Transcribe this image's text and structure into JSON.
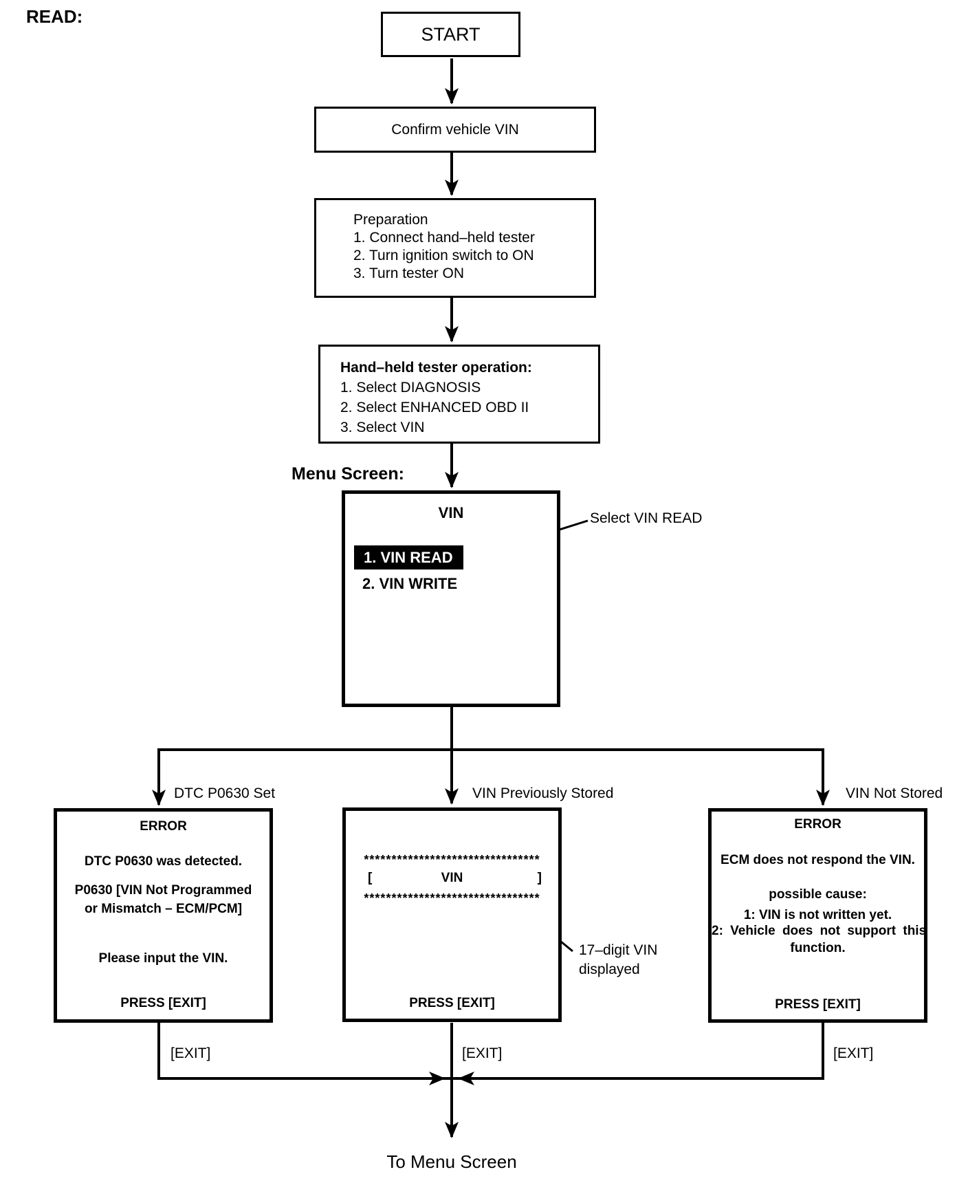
{
  "labels": {
    "read": "READ:",
    "menu_screen": "Menu Screen:",
    "to_menu_screen": "To Menu Screen"
  },
  "flow": {
    "start": "START",
    "confirm_vin": "Confirm vehicle VIN",
    "preparation": {
      "title": "Preparation",
      "steps": [
        "1. Connect hand–held tester",
        "2. Turn ignition switch to ON",
        "3. Turn tester ON"
      ]
    },
    "tester_operation": {
      "title": "Hand–held tester operation:",
      "steps": [
        "1. Select DIAGNOSIS",
        "2. Select ENHANCED OBD II",
        "3. Select VIN"
      ]
    }
  },
  "menu": {
    "title": "VIN",
    "item_read": "1. VIN READ",
    "item_write": "2. VIN WRITE",
    "callout": "Select VIN READ"
  },
  "branches": {
    "dtc": {
      "label": "DTC P0630 Set",
      "title": "ERROR",
      "line1": "DTC P0630 was detected.",
      "line2": "P0630  [VIN Not Programmed",
      "line3": "or Mismatch – ECM/PCM]",
      "line4": "Please input the VIN.",
      "press": "PRESS [EXIT]",
      "exit": "[EXIT]"
    },
    "stored": {
      "label": "VIN Previously Stored",
      "stars": "********************************",
      "bracket_open": "[",
      "vin": "VIN",
      "bracket_close": "]",
      "press": "PRESS [EXIT]",
      "exit": "[EXIT]",
      "callout_line1": "17–digit VIN",
      "callout_line2": "displayed"
    },
    "not_stored": {
      "label": "VIN Not Stored",
      "title": "ERROR",
      "line1": "ECM does not respond the VIN.",
      "cause_title": "possible cause:",
      "cause1": "1: VIN is not written yet.",
      "cause2": "2: Vehicle does not support this",
      "cause2b": "function.",
      "press": "PRESS [EXIT]",
      "exit": "[EXIT]"
    }
  }
}
